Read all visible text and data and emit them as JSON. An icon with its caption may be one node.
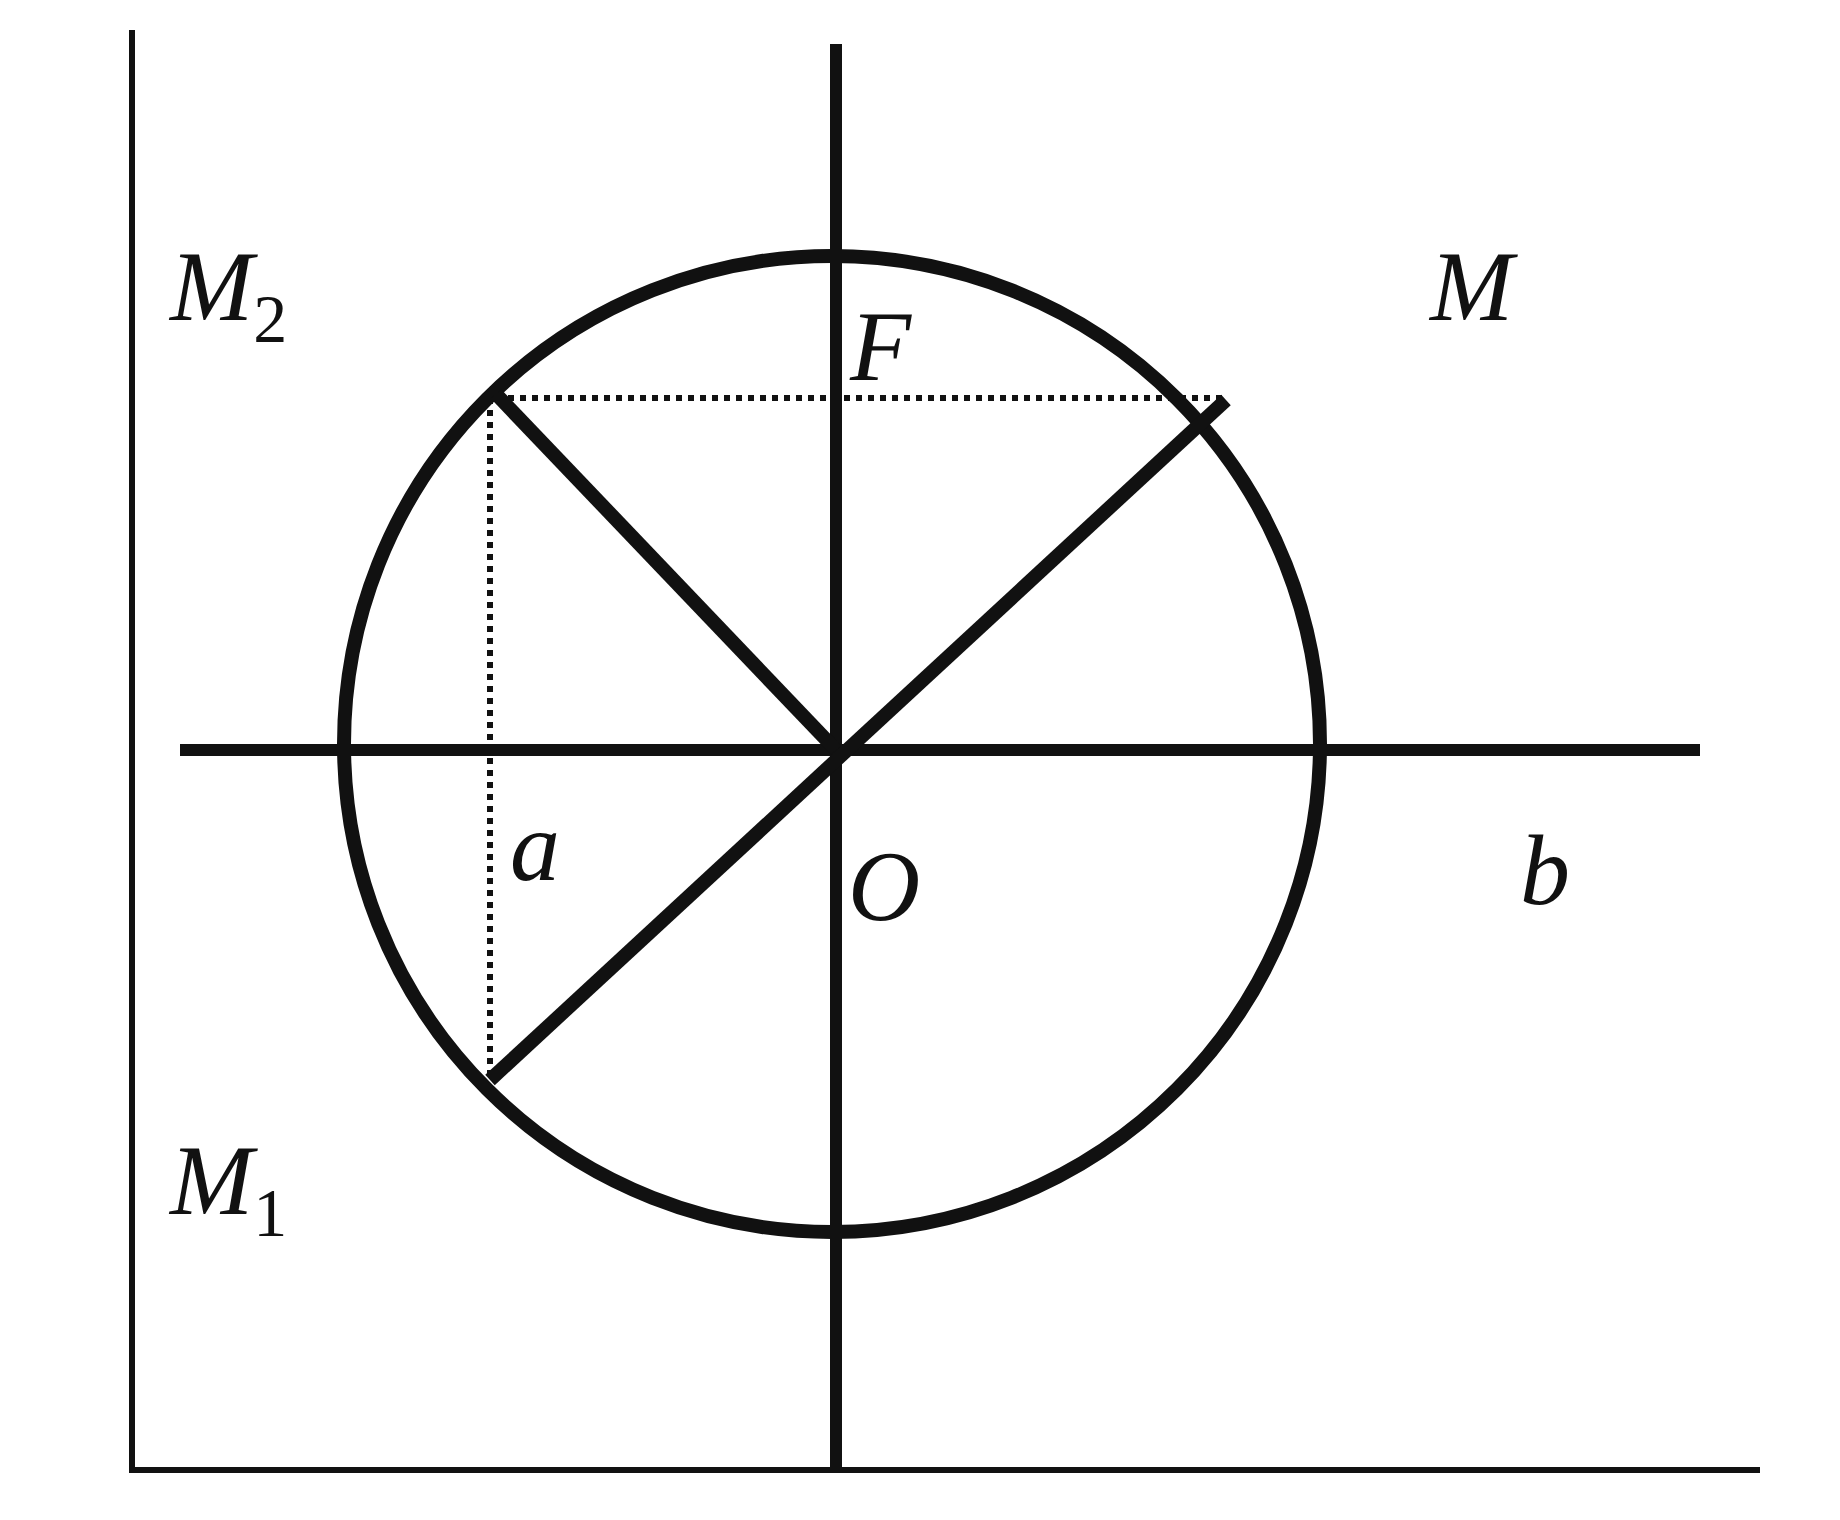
{
  "diagram": {
    "labels": [
      "M$_{2}$",
      "F",
      "M",
      "a",
      "O",
      "b",
      "M$_{1}$"
    ]
  }
}
